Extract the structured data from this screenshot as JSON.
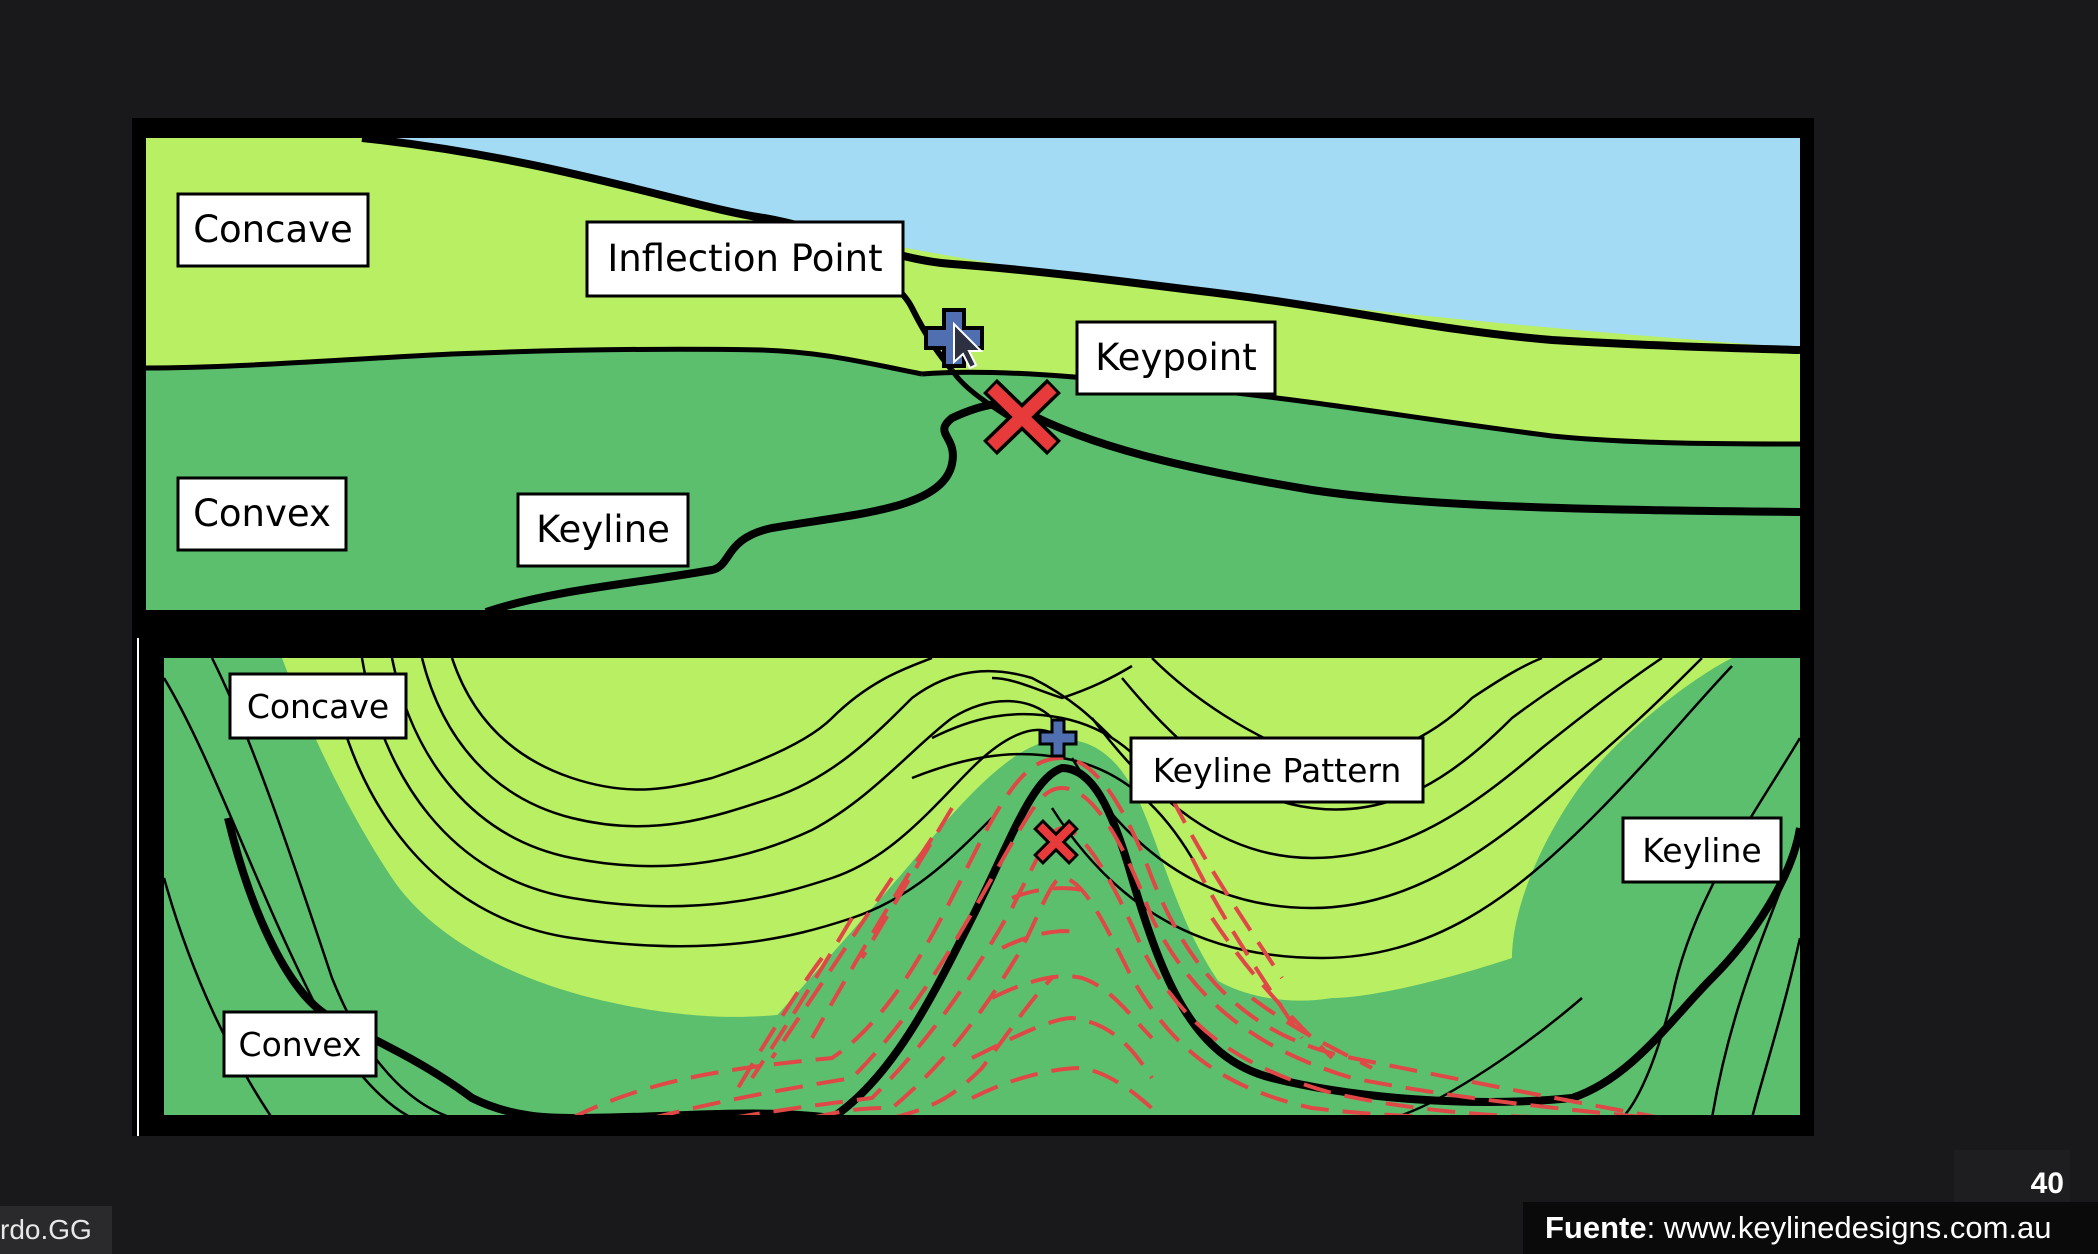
{
  "top_panel": {
    "labels": {
      "concave": "Concave",
      "inflection_point": "Inflection Point",
      "keypoint": "Keypoint",
      "convex": "Convex",
      "keyline": "Keyline"
    }
  },
  "bottom_panel": {
    "labels": {
      "concave": "Concave",
      "keyline_pattern": "Keyline Pattern",
      "keyline": "Keyline",
      "convex": "Convex"
    }
  },
  "colors": {
    "sky": "#a3dbf5",
    "light_green": "#b8ef63",
    "dark_green": "#5cbf6e",
    "inflection_marker": "#4f6fb0",
    "keypoint_marker": "#e73a3a",
    "pattern_dash": "#e04848"
  },
  "icons": [
    "plus-icon",
    "x-icon",
    "cursor-icon"
  ],
  "footer": {
    "slide_number": "40",
    "presenter": "rdo.GG",
    "source_label": "Fuente",
    "source_url": ": www.keylinedesigns.com.au"
  }
}
